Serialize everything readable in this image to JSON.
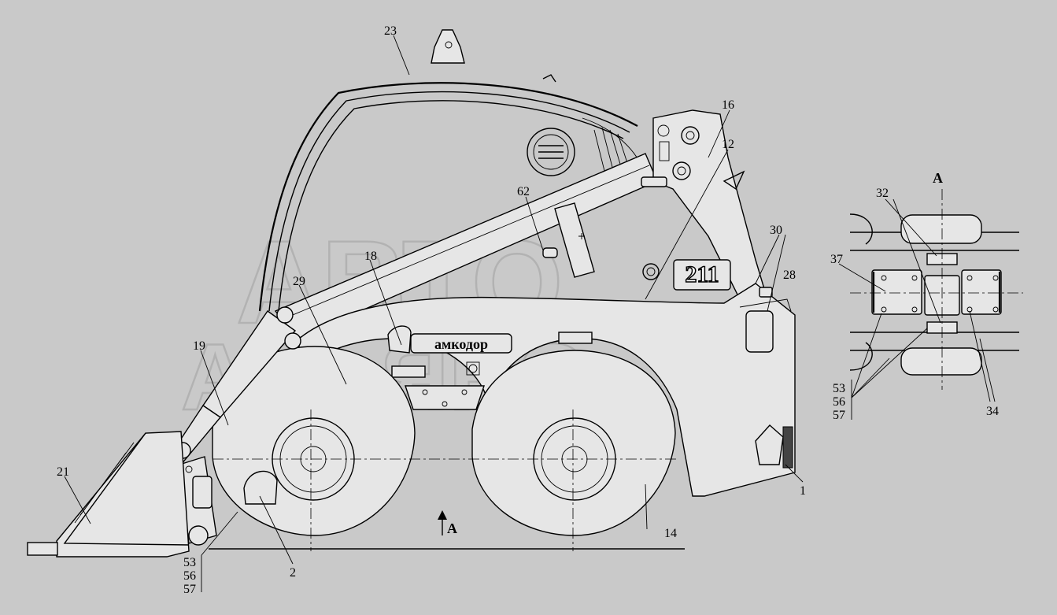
{
  "view_label": "A",
  "view_arrow_label": "A",
  "number_plate": "211",
  "brand_decal": "амкодор",
  "watermark": {
    "line1": "АВТО",
    "line2": "АЛЬЯНС"
  },
  "callouts": {
    "c1": "1",
    "c2": "2",
    "c12": "12",
    "c14": "14",
    "c16": "16",
    "c18": "18",
    "c19": "19",
    "c21": "21",
    "c23": "23",
    "c28": "28",
    "c29": "29",
    "c30": "30",
    "c32": "32",
    "c34": "34",
    "c37": "37",
    "c62": "62",
    "left_stack": [
      "53",
      "56",
      "57"
    ],
    "right_stack": [
      "53",
      "56",
      "57"
    ]
  }
}
